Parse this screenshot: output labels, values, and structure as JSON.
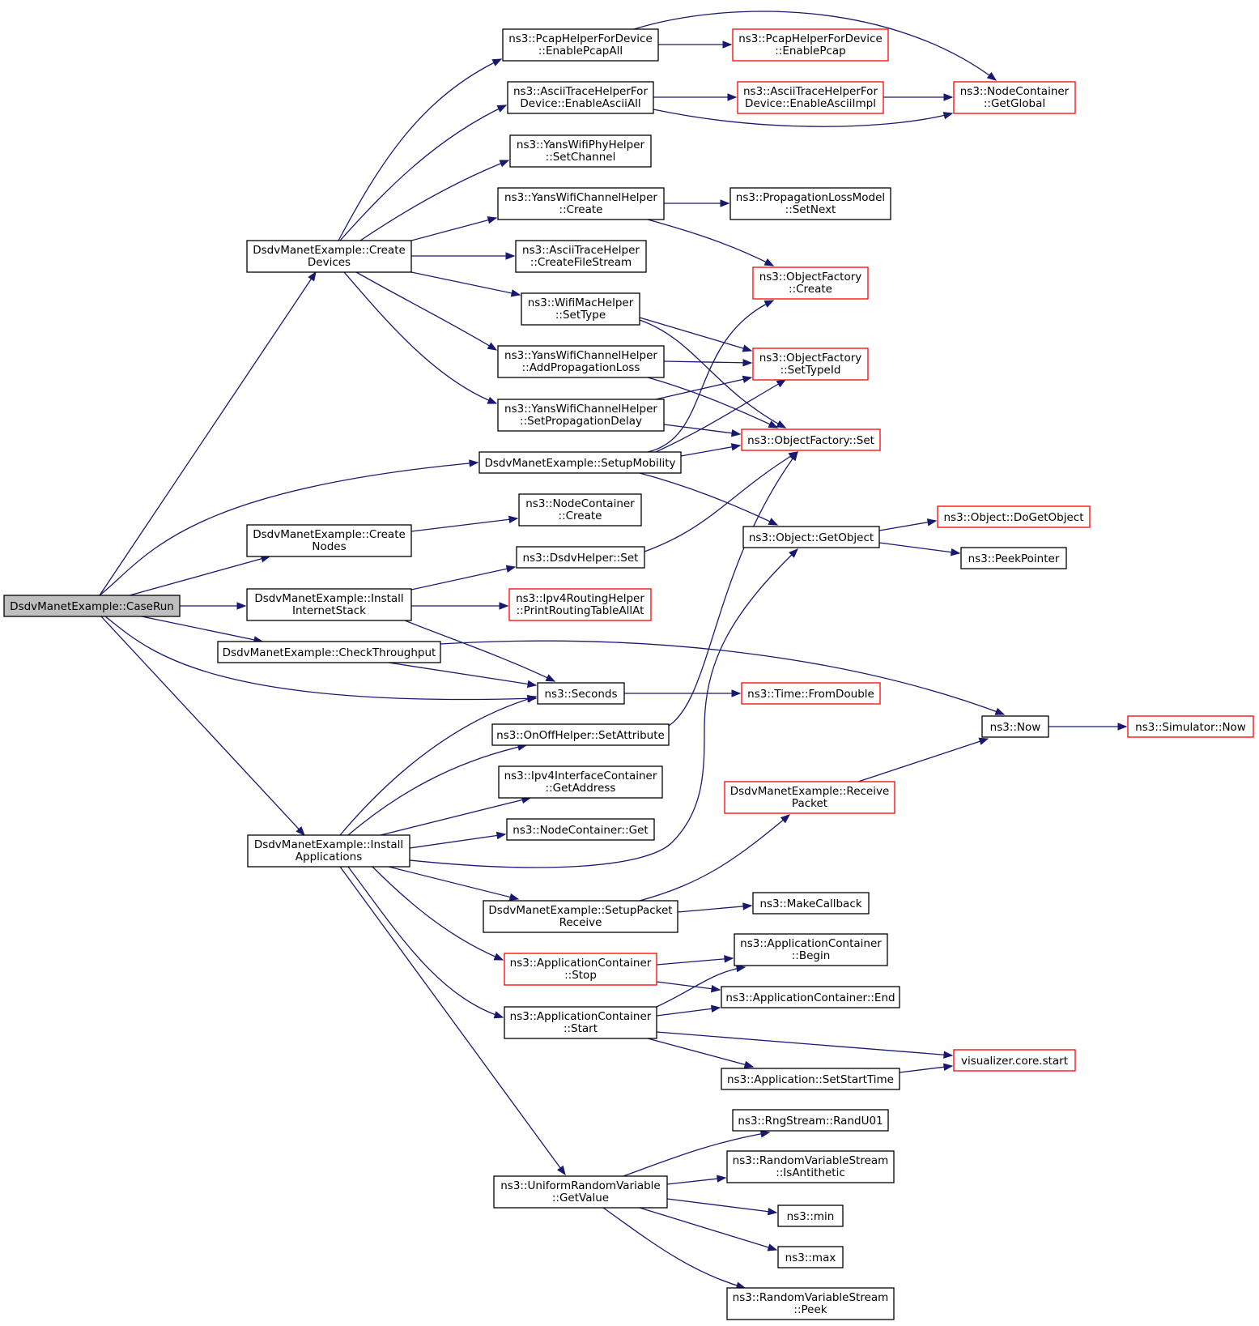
{
  "nodes": [
    {
      "id": "caserun",
      "lines": [
        "DsdvManetExample::CaseRun"
      ],
      "style": "root"
    },
    {
      "id": "createdevices",
      "lines": [
        "DsdvManetExample::Create",
        "Devices"
      ],
      "style": "black"
    },
    {
      "id": "setupmobility",
      "lines": [
        "DsdvManetExample::SetupMobility"
      ],
      "style": "black"
    },
    {
      "id": "createnodes",
      "lines": [
        "DsdvManetExample::Create",
        "Nodes"
      ],
      "style": "black"
    },
    {
      "id": "installinternet",
      "lines": [
        "DsdvManetExample::Install",
        "InternetStack"
      ],
      "style": "black"
    },
    {
      "id": "checkthroughput",
      "lines": [
        "DsdvManetExample::CheckThroughput"
      ],
      "style": "black"
    },
    {
      "id": "seconds",
      "lines": [
        "ns3::Seconds"
      ],
      "style": "black"
    },
    {
      "id": "installapps",
      "lines": [
        "DsdvManetExample::Install",
        "Applications"
      ],
      "style": "black"
    },
    {
      "id": "pcapall",
      "lines": [
        "ns3::PcapHelperForDevice",
        "::EnablePcapAll"
      ],
      "style": "black"
    },
    {
      "id": "asciiall",
      "lines": [
        "ns3::AsciiTraceHelperFor",
        "Device::EnableAsciiAll"
      ],
      "style": "black"
    },
    {
      "id": "yansphy",
      "lines": [
        "ns3::YansWifiPhyHelper",
        "::SetChannel"
      ],
      "style": "black"
    },
    {
      "id": "yanschcreate",
      "lines": [
        "ns3::YansWifiChannelHelper",
        "::Create"
      ],
      "style": "black"
    },
    {
      "id": "asciifile",
      "lines": [
        "ns3::AsciiTraceHelper",
        "::CreateFileStream"
      ],
      "style": "black"
    },
    {
      "id": "wifimac",
      "lines": [
        "ns3::WifiMacHelper",
        "::SetType"
      ],
      "style": "black"
    },
    {
      "id": "addproploss",
      "lines": [
        "ns3::YansWifiChannelHelper",
        "::AddPropagationLoss"
      ],
      "style": "black"
    },
    {
      "id": "setpropdelay",
      "lines": [
        "ns3::YansWifiChannelHelper",
        "::SetPropagationDelay"
      ],
      "style": "black"
    },
    {
      "id": "pcapenable",
      "lines": [
        "ns3::PcapHelperForDevice",
        "::EnablePcap"
      ],
      "style": "red"
    },
    {
      "id": "asciiimpl",
      "lines": [
        "ns3::AsciiTraceHelperFor",
        "Device::EnableAsciiImpl"
      ],
      "style": "red"
    },
    {
      "id": "getglobal",
      "lines": [
        "ns3::NodeContainer",
        "::GetGlobal"
      ],
      "style": "red"
    },
    {
      "id": "propsetnext",
      "lines": [
        "ns3::PropagationLossModel",
        "::SetNext"
      ],
      "style": "black"
    },
    {
      "id": "ofcreate",
      "lines": [
        "ns3::ObjectFactory",
        "::Create"
      ],
      "style": "red"
    },
    {
      "id": "ofsettypeid",
      "lines": [
        "ns3::ObjectFactory",
        "::SetTypeId"
      ],
      "style": "red"
    },
    {
      "id": "ofset",
      "lines": [
        "ns3::ObjectFactory::Set"
      ],
      "style": "red"
    },
    {
      "id": "ncreate",
      "lines": [
        "ns3::NodeContainer",
        "::Create"
      ],
      "style": "black"
    },
    {
      "id": "dsdvset",
      "lines": [
        "ns3::DsdvHelper::Set"
      ],
      "style": "black"
    },
    {
      "id": "printrt",
      "lines": [
        "ns3::Ipv4RoutingHelper",
        "::PrintRoutingTableAllAt"
      ],
      "style": "red"
    },
    {
      "id": "getobject",
      "lines": [
        "ns3::Object::GetObject"
      ],
      "style": "black"
    },
    {
      "id": "dogetobject",
      "lines": [
        "ns3::Object::DoGetObject"
      ],
      "style": "red"
    },
    {
      "id": "peekpointer",
      "lines": [
        "ns3::PeekPointer"
      ],
      "style": "black"
    },
    {
      "id": "fromdouble",
      "lines": [
        "ns3::Time::FromDouble"
      ],
      "style": "red"
    },
    {
      "id": "now",
      "lines": [
        "ns3::Now"
      ],
      "style": "black"
    },
    {
      "id": "simnow",
      "lines": [
        "ns3::Simulator::Now"
      ],
      "style": "red"
    },
    {
      "id": "onoffattr",
      "lines": [
        "ns3::OnOffHelper::SetAttribute"
      ],
      "style": "black"
    },
    {
      "id": "ipv4getaddr",
      "lines": [
        "ns3::Ipv4InterfaceContainer",
        "::GetAddress"
      ],
      "style": "black"
    },
    {
      "id": "ncget",
      "lines": [
        "ns3::NodeContainer::Get"
      ],
      "style": "black"
    },
    {
      "id": "recvpkt",
      "lines": [
        "DsdvManetExample::Receive",
        "Packet"
      ],
      "style": "red"
    },
    {
      "id": "setuprecv",
      "lines": [
        "DsdvManetExample::SetupPacket",
        "Receive"
      ],
      "style": "black"
    },
    {
      "id": "makecb",
      "lines": [
        "ns3::MakeCallback"
      ],
      "style": "black"
    },
    {
      "id": "acstop",
      "lines": [
        "ns3::ApplicationContainer",
        "::Stop"
      ],
      "style": "red"
    },
    {
      "id": "acbegin",
      "lines": [
        "ns3::ApplicationContainer",
        "::Begin"
      ],
      "style": "black"
    },
    {
      "id": "acend",
      "lines": [
        "ns3::ApplicationContainer::End"
      ],
      "style": "black"
    },
    {
      "id": "acstart",
      "lines": [
        "ns3::ApplicationContainer",
        "::Start"
      ],
      "style": "black"
    },
    {
      "id": "vizstart",
      "lines": [
        "visualizer.core.start"
      ],
      "style": "red"
    },
    {
      "id": "setstarttime",
      "lines": [
        "ns3::Application::SetStartTime"
      ],
      "style": "black"
    },
    {
      "id": "randu01",
      "lines": [
        "ns3::RngStream::RandU01"
      ],
      "style": "black"
    },
    {
      "id": "isanti",
      "lines": [
        "ns3::RandomVariableStream",
        "::IsAntithetic"
      ],
      "style": "black"
    },
    {
      "id": "urvget",
      "lines": [
        "ns3::UniformRandomVariable",
        "::GetValue"
      ],
      "style": "black"
    },
    {
      "id": "min",
      "lines": [
        "ns3::min"
      ],
      "style": "black"
    },
    {
      "id": "max",
      "lines": [
        "ns3::max"
      ],
      "style": "black"
    },
    {
      "id": "rvspeek",
      "lines": [
        "ns3::RandomVariableStream",
        "::Peek"
      ],
      "style": "black"
    }
  ],
  "edges": [
    [
      "caserun",
      "createdevices"
    ],
    [
      "caserun",
      "setupmobility"
    ],
    [
      "caserun",
      "createnodes"
    ],
    [
      "caserun",
      "installinternet"
    ],
    [
      "caserun",
      "checkthroughput"
    ],
    [
      "caserun",
      "seconds"
    ],
    [
      "caserun",
      "installapps"
    ],
    [
      "createdevices",
      "pcapall"
    ],
    [
      "createdevices",
      "asciiall"
    ],
    [
      "createdevices",
      "yansphy"
    ],
    [
      "createdevices",
      "yanschcreate"
    ],
    [
      "createdevices",
      "asciifile"
    ],
    [
      "createdevices",
      "wifimac"
    ],
    [
      "createdevices",
      "addproploss"
    ],
    [
      "createdevices",
      "setpropdelay"
    ],
    [
      "pcapall",
      "pcapenable"
    ],
    [
      "pcapall",
      "getglobal"
    ],
    [
      "asciiall",
      "asciiimpl"
    ],
    [
      "asciiall",
      "getglobal"
    ],
    [
      "asciiimpl",
      "getglobal"
    ],
    [
      "yanschcreate",
      "propsetnext"
    ],
    [
      "yanschcreate",
      "ofcreate"
    ],
    [
      "wifimac",
      "ofsettypeid"
    ],
    [
      "wifimac",
      "ofset"
    ],
    [
      "addproploss",
      "ofsettypeid"
    ],
    [
      "addproploss",
      "ofset"
    ],
    [
      "setpropdelay",
      "ofsettypeid"
    ],
    [
      "setpropdelay",
      "ofset"
    ],
    [
      "setupmobility",
      "ofcreate"
    ],
    [
      "setupmobility",
      "ofsettypeid"
    ],
    [
      "setupmobility",
      "ofset"
    ],
    [
      "setupmobility",
      "getobject"
    ],
    [
      "createnodes",
      "ncreate"
    ],
    [
      "installinternet",
      "dsdvset"
    ],
    [
      "installinternet",
      "printrt"
    ],
    [
      "installinternet",
      "seconds"
    ],
    [
      "dsdvset",
      "ofset"
    ],
    [
      "getobject",
      "dogetobject"
    ],
    [
      "getobject",
      "peekpointer"
    ],
    [
      "checkthroughput",
      "now"
    ],
    [
      "checkthroughput",
      "seconds"
    ],
    [
      "seconds",
      "fromdouble"
    ],
    [
      "now",
      "simnow"
    ],
    [
      "installapps",
      "seconds"
    ],
    [
      "installapps",
      "onoffattr"
    ],
    [
      "installapps",
      "ipv4getaddr"
    ],
    [
      "installapps",
      "ncget"
    ],
    [
      "installapps",
      "getobject"
    ],
    [
      "installapps",
      "setuprecv"
    ],
    [
      "installapps",
      "acstop"
    ],
    [
      "installapps",
      "acstart"
    ],
    [
      "installapps",
      "urvget"
    ],
    [
      "onoffattr",
      "ofset"
    ],
    [
      "recvpkt",
      "now"
    ],
    [
      "setuprecv",
      "recvpkt"
    ],
    [
      "setuprecv",
      "makecb"
    ],
    [
      "acstop",
      "acbegin"
    ],
    [
      "acstop",
      "acend"
    ],
    [
      "acstart",
      "acbegin"
    ],
    [
      "acstart",
      "acend"
    ],
    [
      "acstart",
      "vizstart"
    ],
    [
      "acstart",
      "setstarttime"
    ],
    [
      "setstarttime",
      "vizstart"
    ],
    [
      "urvget",
      "randu01"
    ],
    [
      "urvget",
      "isanti"
    ],
    [
      "urvget",
      "min"
    ],
    [
      "urvget",
      "max"
    ],
    [
      "urvget",
      "rvspeek"
    ]
  ],
  "colors": {
    "edge": "#191970",
    "red_border": "#ff0000",
    "root_fill": "#bfbfbf"
  }
}
